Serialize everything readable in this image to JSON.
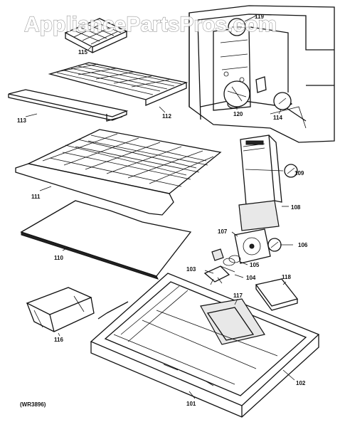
{
  "watermark": "AppliancePartsPros.com",
  "reference_code": "(WR3896)",
  "parts": [
    {
      "id": "p115",
      "label": "115"
    },
    {
      "id": "p119",
      "label": "119"
    },
    {
      "id": "p112",
      "label": "112"
    },
    {
      "id": "p113",
      "label": "113"
    },
    {
      "id": "p120",
      "label": "120"
    },
    {
      "id": "p114",
      "label": "114"
    },
    {
      "id": "p109",
      "label": "109"
    },
    {
      "id": "p111",
      "label": "111"
    },
    {
      "id": "p108",
      "label": "108"
    },
    {
      "id": "p110",
      "label": "110"
    },
    {
      "id": "p107",
      "label": "107"
    },
    {
      "id": "p106",
      "label": "106"
    },
    {
      "id": "p105",
      "label": "105"
    },
    {
      "id": "p103",
      "label": "103"
    },
    {
      "id": "p104",
      "label": "104"
    },
    {
      "id": "p118",
      "label": "118"
    },
    {
      "id": "p117",
      "label": "117"
    },
    {
      "id": "p116",
      "label": "116"
    },
    {
      "id": "p102",
      "label": "102"
    },
    {
      "id": "p101",
      "label": "101"
    }
  ]
}
